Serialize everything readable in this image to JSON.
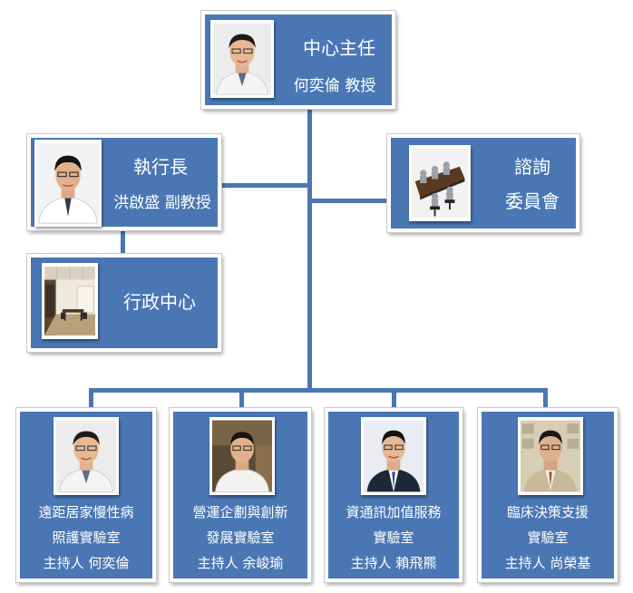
{
  "director": {
    "title": "中心主任",
    "name": "何奕倫 教授",
    "photo_icon": "director-portrait-icon"
  },
  "ceo": {
    "title": "執行長",
    "name": "洪啟盛 副教授",
    "photo_icon": "ceo-portrait-icon"
  },
  "advisory": {
    "line1": "諮詢",
    "line2": "委員會",
    "photo_icon": "conference-room-icon"
  },
  "admin": {
    "title": "行政中心",
    "photo_icon": "office-interior-icon"
  },
  "labs": [
    {
      "line1": "遠距居家慢性病",
      "line2": "照護實驗室",
      "line3": "主持人  何奕倫",
      "photo_icon": "lab1-pi-portrait-icon"
    },
    {
      "line1": "營運企劃與創新",
      "line2": "發展實驗室",
      "line3": "主持人  余峻瑜",
      "photo_icon": "lab2-pi-portrait-icon"
    },
    {
      "line1": "資通訊加值服務",
      "line2": "實驗室",
      "line3": "主持人  賴飛羆",
      "photo_icon": "lab3-pi-portrait-icon"
    },
    {
      "line1": "臨床決策支援",
      "line2": "實驗室",
      "line3": "主持人  尚榮基",
      "photo_icon": "lab4-pi-portrait-icon"
    }
  ],
  "colors": {
    "box_fill": "#4a77b4",
    "connector": "#4a77b4",
    "text": "#ffffff"
  }
}
